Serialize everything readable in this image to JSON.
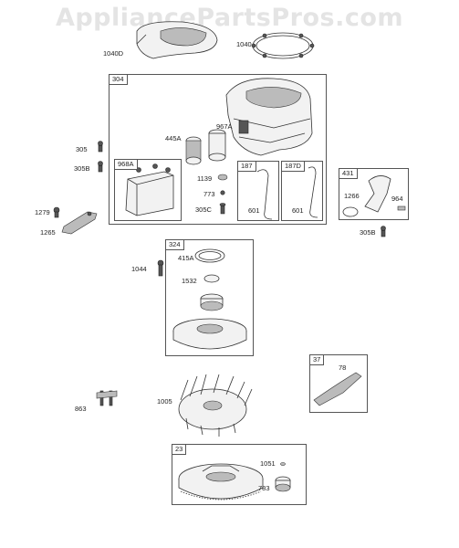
{
  "watermark": "AppliancePartsPros.com",
  "parts": {
    "p1040D": "1040D",
    "p1040": "1040",
    "p967A": "967A",
    "p445A": "445A",
    "p305": "305",
    "p305B_left": "305B",
    "p1139": "1139",
    "p773": "773",
    "p305C": "305C",
    "p1266": "1266",
    "p964": "964",
    "p1279": "1279",
    "p1265": "1265",
    "p601_a": "601",
    "p601_b": "601",
    "p305B_right": "305B",
    "p1044": "1044",
    "p415A": "415A",
    "p1532": "1532",
    "p78": "78",
    "p1005": "1005",
    "p863": "863",
    "p1051": "1051",
    "p783": "783"
  },
  "boxes": {
    "b304": "304",
    "b968A": "968A",
    "b187": "187",
    "b187D": "187D",
    "b431": "431",
    "b324": "324",
    "b37": "37",
    "b23": "23"
  }
}
